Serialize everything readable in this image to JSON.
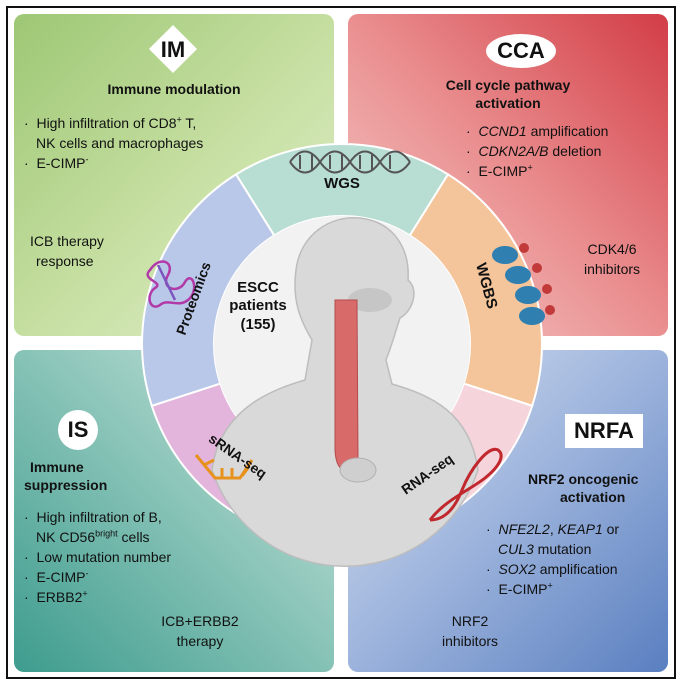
{
  "im": {
    "badge": "IM",
    "title": "Immune modulation",
    "bullets": [
      "High infiltration of CD8",
      "NK cells and macrophages",
      "E-CIMP"
    ],
    "sup_plus_t": "+",
    "t_suffix": " T,",
    "sup_minus": "-",
    "therapy_line1": "ICB therapy",
    "therapy_line2": "response"
  },
  "cca": {
    "badge": "CCA",
    "title_line1": "Cell cycle pathway",
    "title_line2": "activation",
    "gene1": "CCND1",
    "gene1_text": " amplification",
    "gene2": "CDKN2A/B",
    "gene2_text": " deletion",
    "cimp": "E-CIMP",
    "cimp_sup": "+",
    "therapy_line1": "CDK4/6",
    "therapy_line2": "inhibitors"
  },
  "is": {
    "badge": "IS",
    "title_line1": "Immune",
    "title_line2": "suppression",
    "b1": "High infiltration of B,",
    "b2_pre": "NK CD56",
    "b2_sup": "bright",
    "b2_post": " cells",
    "b3": "Low mutation number",
    "b4": "E-CIMP",
    "b4_sup": "-",
    "b5": "ERBB2",
    "b5_sup": "+",
    "therapy_line1": "ICB+ERBB2",
    "therapy_line2": "therapy"
  },
  "nrfa": {
    "badge": "NRFA",
    "title_line1": "NRF2 oncogenic",
    "title_line2": "activation",
    "g1": "NFE2L2",
    "g1_sep": ", ",
    "g2": "KEAP1",
    "g2_post": " or",
    "g3": "CUL3",
    "g3_post": " mutation",
    "g4": "SOX2",
    "g4_post": " amplification",
    "cimp": "E-CIMP",
    "cimp_sup": "+",
    "therapy_line1": "NRF2",
    "therapy_line2": "inhibitors"
  },
  "ring": {
    "wgs": "WGS",
    "wgbs": "WGBS",
    "rnaseq": "RNA-seq",
    "srnaseq": "sRNA-seq",
    "proteomics": "Proteomics"
  },
  "center": {
    "line1": "ESCC",
    "line2": "patients",
    "line3": "(155)"
  },
  "colors": {
    "wgs": "#b8ddd2",
    "wgbs": "#f4c49a",
    "rnaseq": "#f6d4dc",
    "srnaseq": "#e3b4dc",
    "proteomics": "#b9c7e8",
    "esophagus": "#d86a6a"
  }
}
